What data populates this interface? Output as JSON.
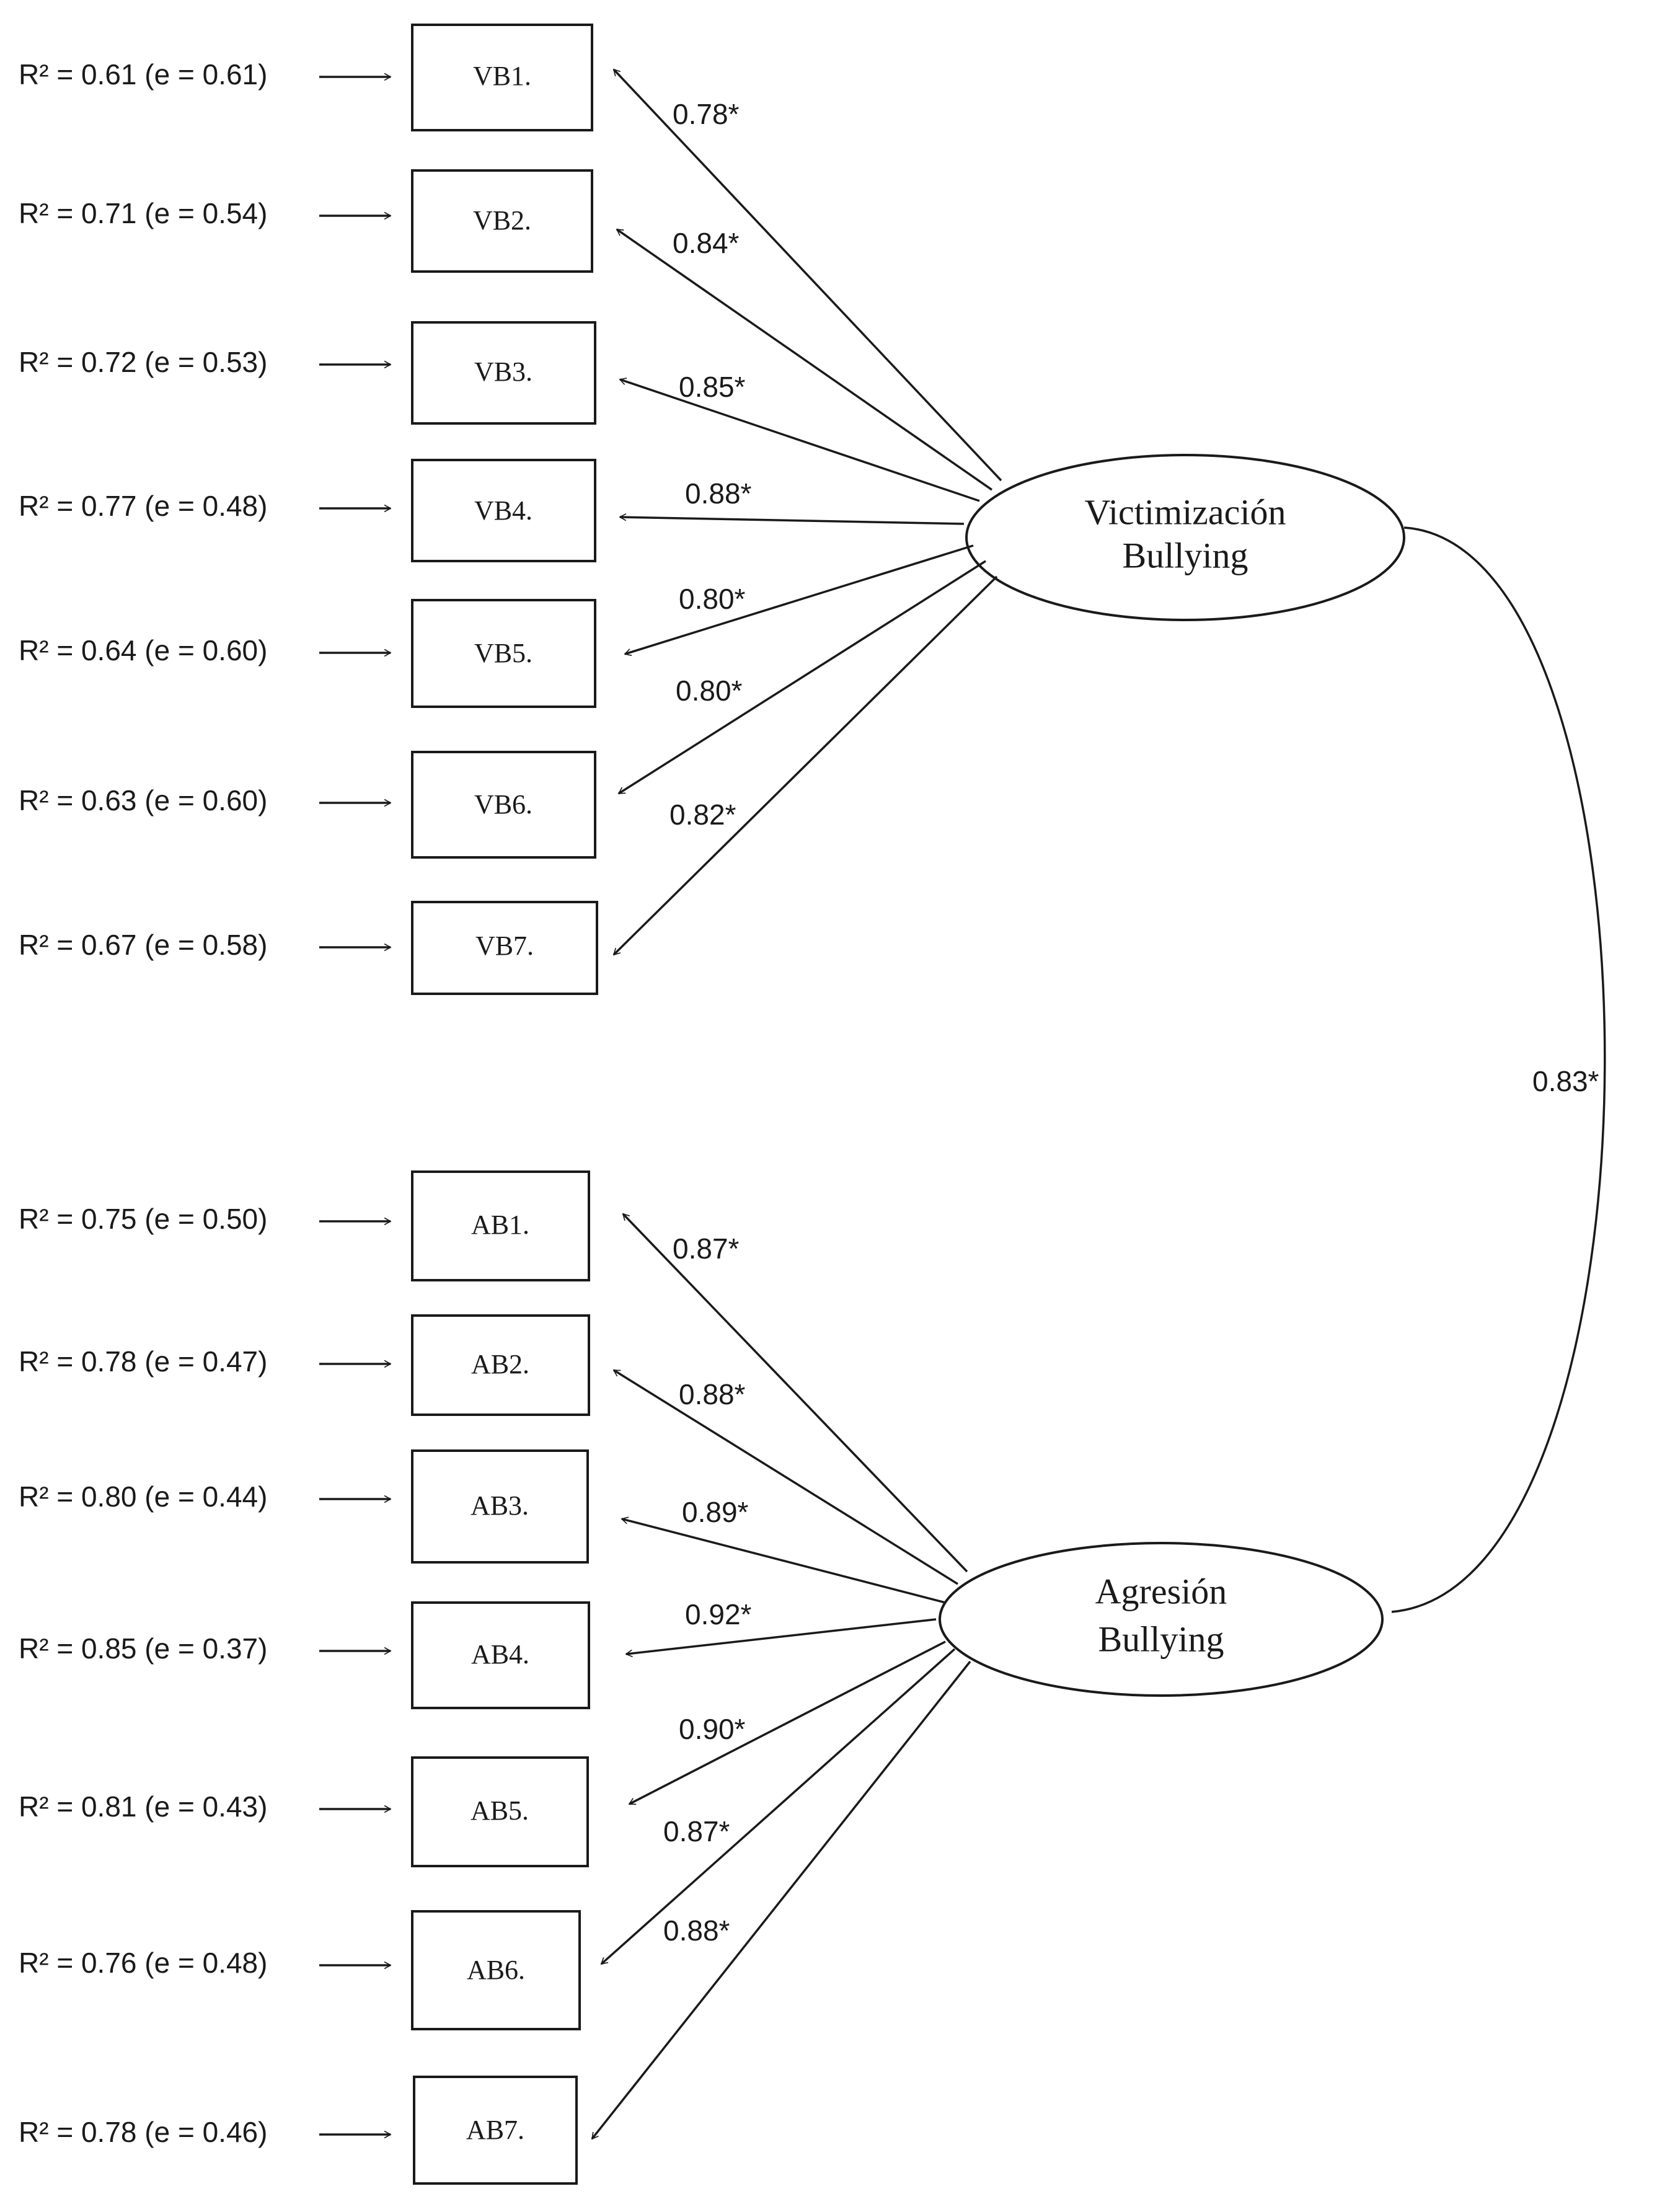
{
  "latents": [
    {
      "line1": "Victimización",
      "line2": "Bullying"
    },
    {
      "line1": "Agresión",
      "line2": "Bullying"
    }
  ],
  "indicators": [
    {
      "label": "VB1.",
      "r2_text": "R² = 0.61 (e = 0.61)",
      "loading": "0.78*",
      "latent": 0
    },
    {
      "label": "VB2.",
      "r2_text": "R² = 0.71 (e = 0.54)",
      "loading": "0.84*",
      "latent": 0
    },
    {
      "label": "VB3.",
      "r2_text": "R² = 0.72 (e = 0.53)",
      "loading": "0.85*",
      "latent": 0
    },
    {
      "label": "VB4.",
      "r2_text": "R² = 0.77 (e = 0.48)",
      "loading": "0.88*",
      "latent": 0
    },
    {
      "label": "VB5.",
      "r2_text": "R² = 0.64 (e = 0.60)",
      "loading": "0.80*",
      "latent": 0
    },
    {
      "label": "VB6.",
      "r2_text": "R² = 0.63 (e = 0.60)",
      "loading": "0.80*",
      "latent": 0
    },
    {
      "label": "VB7.",
      "r2_text": "R² = 0.67 (e = 0.58)",
      "loading": "0.82*",
      "latent": 0
    },
    {
      "label": "AB1.",
      "r2_text": "R² = 0.75 (e = 0.50)",
      "loading": "0.87*",
      "latent": 1
    },
    {
      "label": "AB2.",
      "r2_text": "R² = 0.78 (e = 0.47)",
      "loading": "0.88*",
      "latent": 1
    },
    {
      "label": "AB3.",
      "r2_text": "R² = 0.80 (e = 0.44)",
      "loading": "0.89*",
      "latent": 1
    },
    {
      "label": "AB4.",
      "r2_text": "R² = 0.85 (e = 0.37)",
      "loading": "0.92*",
      "latent": 1
    },
    {
      "label": "AB5.",
      "r2_text": "R² = 0.81 (e = 0.43)",
      "loading": "0.90*",
      "latent": 1
    },
    {
      "label": "AB6.",
      "r2_text": "R² = 0.76 (e = 0.48)",
      "loading": "0.87*",
      "latent": 1
    },
    {
      "label": "AB7.",
      "r2_text": "R² = 0.78 (e = 0.46)",
      "loading": "0.88*",
      "latent": 1
    }
  ],
  "correlation": {
    "value": "0.83*"
  }
}
